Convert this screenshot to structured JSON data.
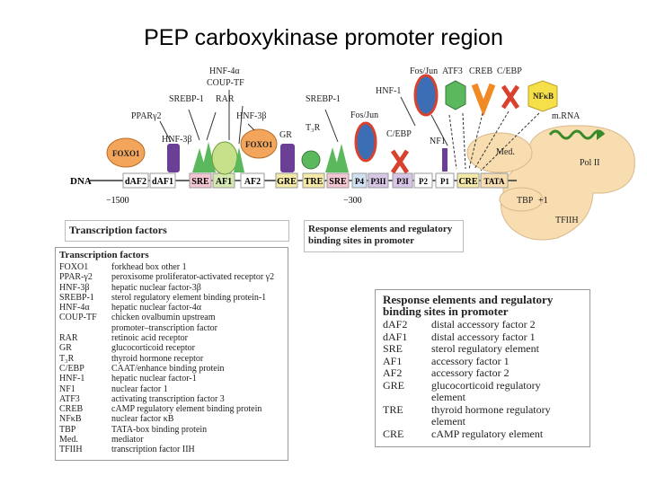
{
  "title": "PEP carboxykinase promoter region",
  "diagram": {
    "dna_label": "DNA",
    "positions": [
      "−1500",
      "−300",
      "+1"
    ],
    "boxes": [
      "dAF2",
      "dAF1",
      "SRE",
      "AF1",
      "AF2",
      "GRE",
      "TRE",
      "SRE",
      "P4",
      "P3II",
      "P3I",
      "P2",
      "P1",
      "CRE",
      "TATA"
    ],
    "factor_labels": [
      "HNF-4α",
      "COUP-TF",
      "SREBP-1",
      "RAR",
      "PPARγ2",
      "HNF-3β",
      "HNF-3β",
      "SREBP-1",
      "T₃R",
      "GR",
      "FOXO1",
      "FOXO1",
      "HNF-1",
      "Fos/Jun",
      "Fos/Jun",
      "ATF3",
      "CREB",
      "C/EBP",
      "NFκB",
      "C/EBP",
      "NF1",
      "Med.",
      "Pol II",
      "TBP",
      "TFIIH",
      "m.RNA"
    ],
    "colors": {
      "foxo": "#f3a55c",
      "purple": "#6b3f95",
      "green": "#5cb85c",
      "lightgreen": "#c7e08a",
      "red": "#d9412f",
      "blue": "#3b6eb5",
      "orange": "#f08a24",
      "yellow": "#f5e04a",
      "tan": "#f7ddb0",
      "box_pink": "#f4c6d2",
      "box_green": "#d6e8b0",
      "box_purple": "#d8c6e6",
      "box_yellow": "#f5e9a8",
      "box_blue": "#cfe1f2"
    }
  },
  "left_sub_label": "Transcription factors",
  "right_sub_label": "Response elements and regulatory binding sites in promoter",
  "transcription_factors": {
    "heading": "Transcription factors",
    "rows": [
      {
        "abbr": "FOXO1",
        "name": "forkhead box other 1"
      },
      {
        "abbr": "PPAR-γ2",
        "name": "peroxisome proliferator-activated receptor γ2"
      },
      {
        "abbr": "HNF-3β",
        "name": "hepatic nuclear factor-3β"
      },
      {
        "abbr": "SREBP-1",
        "name": "sterol regulatory element binding protein-1"
      },
      {
        "abbr": "HNF-4α",
        "name": "hepatic nuclear factor-4α"
      },
      {
        "abbr": "COUP-TF",
        "name": "chicken ovalbumin upstream"
      },
      {
        "abbr": "",
        "name": "promoter–transcription factor"
      },
      {
        "abbr": "RAR",
        "name": "retinoic acid receptor"
      },
      {
        "abbr": "GR",
        "name": "glucocorticoid receptor"
      },
      {
        "abbr": "T₃R",
        "name": "thyroid hormone receptor"
      },
      {
        "abbr": "C/EBP",
        "name": "CAAT/enhance binding protein"
      },
      {
        "abbr": "HNF-1",
        "name": "hepatic nuclear factor-1"
      },
      {
        "abbr": "NF1",
        "name": "nuclear factor 1"
      },
      {
        "abbr": "ATF3",
        "name": "activating transcription factor 3"
      },
      {
        "abbr": "CREB",
        "name": "cAMP regulatory element binding protein"
      },
      {
        "abbr": "NFκB",
        "name": "nuclear factor κB"
      },
      {
        "abbr": "TBP",
        "name": "TATA-box binding protein"
      },
      {
        "abbr": "Med.",
        "name": "mediator"
      },
      {
        "abbr": "TFIIH",
        "name": "transcription factor IIH"
      }
    ]
  },
  "response_elements": {
    "heading": "Response elements and regulatory binding sites in promoter",
    "rows": [
      {
        "abbr": "dAF2",
        "name": "distal accessory factor 2"
      },
      {
        "abbr": "dAF1",
        "name": "distal accessory factor 1"
      },
      {
        "abbr": "SRE",
        "name": "sterol regulatory element"
      },
      {
        "abbr": "AF1",
        "name": "accessory factor 1"
      },
      {
        "abbr": "AF2",
        "name": "accessory factor 2"
      },
      {
        "abbr": "GRE",
        "name": "glucocorticoid regulatory"
      },
      {
        "abbr": "",
        "name": "element"
      },
      {
        "abbr": "TRE",
        "name": "thyroid hormone regulatory"
      },
      {
        "abbr": "",
        "name": "element"
      },
      {
        "abbr": "CRE",
        "name": "cAMP regulatory element"
      }
    ]
  }
}
